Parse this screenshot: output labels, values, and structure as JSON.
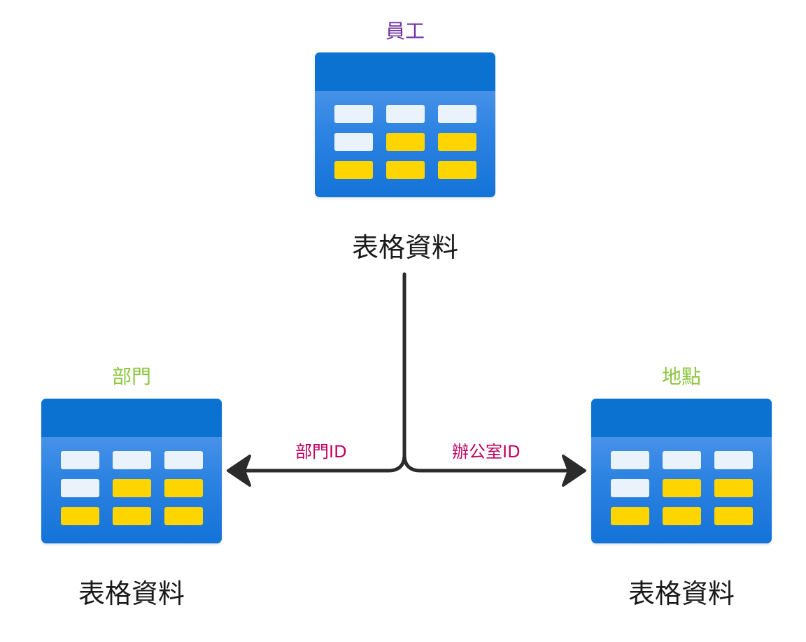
{
  "diagram": {
    "tables": {
      "employee": {
        "title": "員工",
        "caption": "表格資料"
      },
      "department": {
        "title": "部門",
        "caption": "表格資料"
      },
      "location": {
        "title": "地點",
        "caption": "表格資料"
      }
    },
    "relationships": {
      "department": {
        "label": "部門ID"
      },
      "office": {
        "label": "辦公室ID"
      }
    }
  },
  "colors": {
    "employee_title": "#7030a0",
    "related_title": "#8cc63f",
    "relationship_label": "#c00060",
    "connector": "#2b2b2b",
    "table_header": "#0b72d2",
    "table_body": "#2d83e2",
    "cell_light": "#eaf3fc",
    "cell_highlight": "#fed500"
  },
  "icons": {
    "table": "table-icon",
    "arrow": "arrow-head-icon"
  }
}
